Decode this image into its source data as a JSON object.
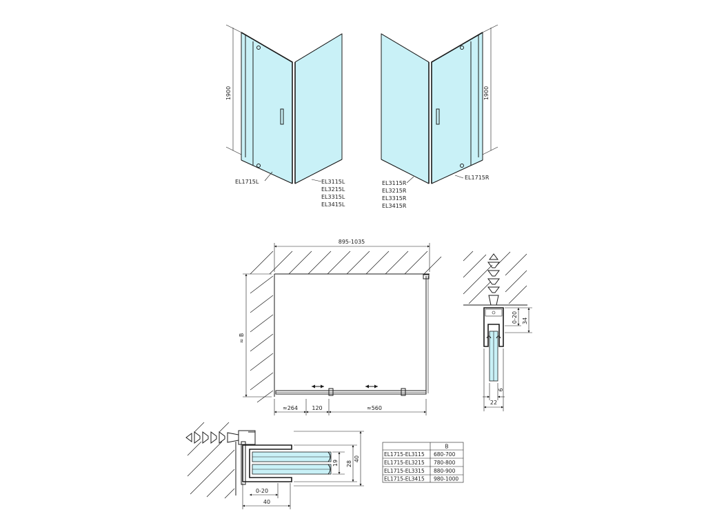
{
  "colors": {
    "glass": "#c9f1f7",
    "line": "#1a1a1a",
    "background": "#ffffff"
  },
  "views": {
    "left_3d": {
      "height_label": "1900",
      "door_code": "EL1715L",
      "panel_codes": [
        "EL3115L",
        "EL3215L",
        "EL3315L",
        "EL3415L"
      ]
    },
    "right_3d": {
      "height_label": "1900",
      "door_code": "EL1715R",
      "panel_codes": [
        "EL3115R",
        "EL3215R",
        "EL3315R",
        "EL3415R"
      ]
    }
  },
  "plan": {
    "width_label": "895-1035",
    "depth_label": "≈ B",
    "bottom_dims": [
      "≈264",
      "120",
      "≈560"
    ]
  },
  "profile_section": {
    "dims": [
      "0-20",
      "34",
      "6",
      "22"
    ]
  },
  "wall_section": {
    "dims": [
      "19",
      "28",
      "40",
      "0-20",
      "40"
    ]
  },
  "size_table": {
    "header": [
      "",
      "B"
    ],
    "rows": [
      [
        "EL1715-EL3115",
        "680-700"
      ],
      [
        "EL1715-EL3215",
        "780-800"
      ],
      [
        "EL1715-EL3315",
        "880-900"
      ],
      [
        "EL1715-EL3415",
        "980-1000"
      ]
    ]
  }
}
